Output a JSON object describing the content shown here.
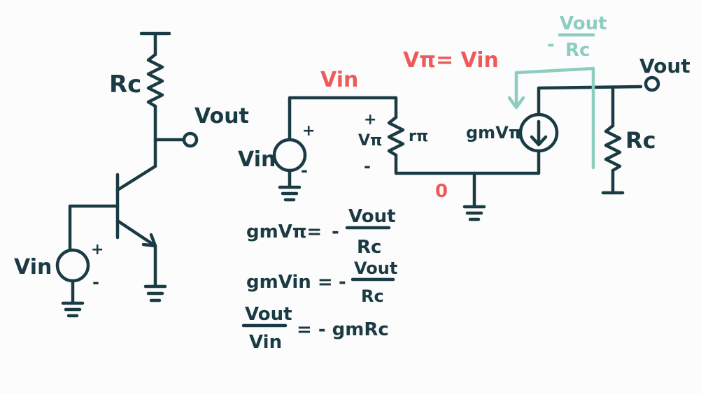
{
  "colors": {
    "ink": "#1b3b44",
    "red": "#ee5a5a",
    "teal": "#8ccdbf",
    "background": "#fcfcfc"
  },
  "left_circuit": {
    "resistor_label": "Rc",
    "output_label": "Vout",
    "source_label": "Vin",
    "plus": "+",
    "minus": "-"
  },
  "small_signal": {
    "source_label": "Vin",
    "source_plus": "+",
    "source_minus": "-",
    "top_wire_label": "Vin",
    "vpi_equation": "Vπ= Vin",
    "rpi_plus": "+",
    "rpi_minus": "-",
    "vpi_label": "Vπ",
    "rpi_label": "rπ",
    "dependent_source_label": "gmVπ",
    "ground_node_label": "0",
    "output_label": "Vout",
    "load_label": "Rc",
    "current_numerator": "Vout",
    "current_denominator": "Rc",
    "current_sign": "-"
  },
  "equations": [
    {
      "lhs": "gmVπ=",
      "sign": "-",
      "numerator": "Vout",
      "denominator": "Rc"
    },
    {
      "lhs": "gmVin =",
      "sign": "-",
      "numerator": "Vout",
      "denominator": "Rc"
    },
    {
      "lhs_numerator": "Vout",
      "lhs_denominator": "Vin",
      "rhs": "= - gmRc"
    }
  ]
}
